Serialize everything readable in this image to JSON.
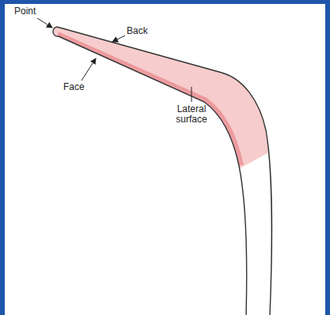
{
  "diagram": {
    "labels": [
      "Point",
      "Back",
      "Face",
      "Lateral surface"
    ]
  }
}
